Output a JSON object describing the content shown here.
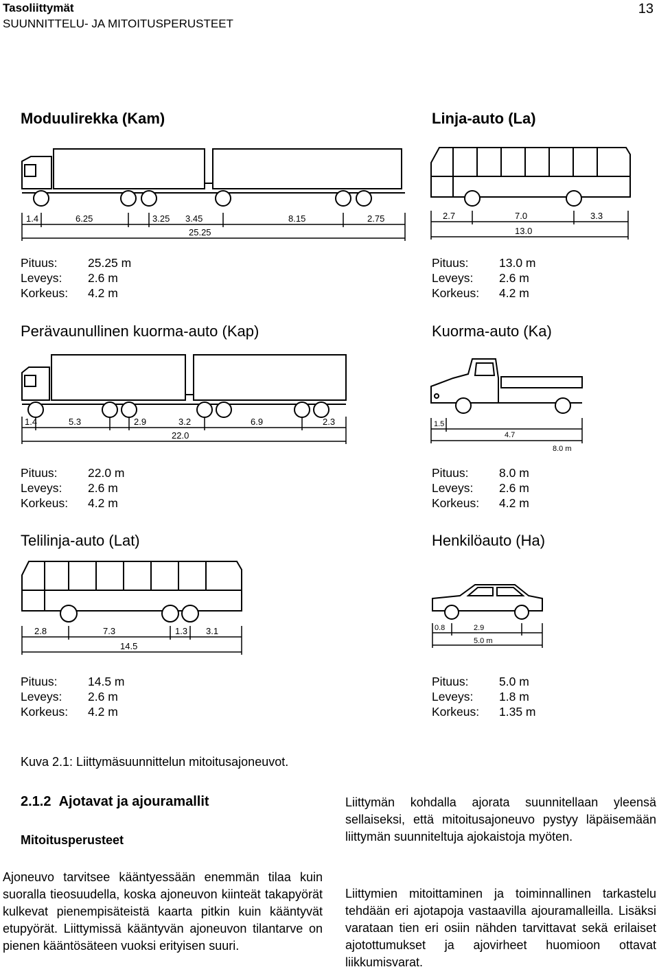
{
  "header": {
    "title": "Tasoliittymät",
    "subtitle": "SUUNNITTELU- JA MITOITUSPERUSTEET",
    "page_number": "13"
  },
  "vehicles": [
    {
      "title": "Moduulirekka (Kam)",
      "dims": [
        "1.4",
        "6.25",
        "3.25",
        "3.45",
        "8.15",
        "2.75"
      ],
      "total": "25.25",
      "specs": [
        {
          "label": "Pituus:",
          "value": "25.25 m"
        },
        {
          "label": "Leveys:",
          "value": "2.6 m"
        },
        {
          "label": "Korkeus:",
          "value": "4.2 m"
        }
      ]
    },
    {
      "title": "Linja-auto (La)",
      "dims": [
        "2.7",
        "7.0",
        "3.3"
      ],
      "total": "13.0",
      "specs": [
        {
          "label": "Pituus:",
          "value": "13.0 m"
        },
        {
          "label": "Leveys:",
          "value": "2.6 m"
        },
        {
          "label": "Korkeus:",
          "value": "4.2 m"
        }
      ]
    },
    {
      "title": "Perävaunullinen kuorma-auto (Kap)",
      "dims": [
        "1.4",
        "5.3",
        "2.9",
        "3.2",
        "6.9",
        "2.3"
      ],
      "total": "22.0",
      "specs": [
        {
          "label": "Pituus:",
          "value": "22.0 m"
        },
        {
          "label": "Leveys:",
          "value": "2.6 m"
        },
        {
          "label": "Korkeus:",
          "value": "4.2 m"
        }
      ]
    },
    {
      "title": "Kuorma-auto (Ka)",
      "dims": [
        "1.5",
        "4.7"
      ],
      "total": "8.0 m",
      "specs": [
        {
          "label": "Pituus:",
          "value": "8.0 m"
        },
        {
          "label": "Leveys:",
          "value": "2.6 m"
        },
        {
          "label": "Korkeus:",
          "value": "4.2 m"
        }
      ]
    },
    {
      "title": "Telilinja-auto (Lat)",
      "dims": [
        "2.8",
        "7.3",
        "1.3",
        "3.1"
      ],
      "total": "14.5",
      "specs": [
        {
          "label": "Pituus:",
          "value": "14.5 m"
        },
        {
          "label": "Leveys:",
          "value": "2.6 m"
        },
        {
          "label": "Korkeus:",
          "value": "4.2 m"
        }
      ]
    },
    {
      "title": "Henkilöauto (Ha)",
      "dims": [
        "0.8",
        "2.9"
      ],
      "total": "5.0 m",
      "specs": [
        {
          "label": "Pituus:",
          "value": "5.0 m"
        },
        {
          "label": "Leveys:",
          "value": "1.8 m"
        },
        {
          "label": "Korkeus:",
          "value": "1.35 m"
        }
      ]
    }
  ],
  "caption": "Kuva 2.1: Liittymäsuunnittelun mitoitusajoneuvot.",
  "section": {
    "number": "2.1.2",
    "title": "Ajotavat ja ajouramallit"
  },
  "subsection": "Mitoitusperusteet",
  "paragraphs": [
    "Ajoneuvo tarvitsee kääntyessään enemmän tilaa kuin suoralla tieosuudella, koska ajoneuvon kiinteät takapyörät kulkevat pienempisäteistä kaarta pitkin kuin kääntyvät etupyörät. Liittymissä kääntyvän ajoneuvon tilantarve on pienen kääntösäteen vuoksi erityisen suuri.",
    "Liittymän kohdalla ajorata suunnitellaan yleensä sellaiseksi, että mitoitusajoneuvo pystyy läpäisemään liittymän suunniteltuja ajokaistoja myöten.",
    "Liittymien mitoittaminen ja toiminnallinen tarkastelu tehdään eri ajotapoja vastaavilla ajouramalleilla. Lisäksi varataan tien eri osiin nähden tarvittavat sekä erilaiset ajotottumukset ja ajovirheet huomioon ottavat liikkumisvarat."
  ]
}
